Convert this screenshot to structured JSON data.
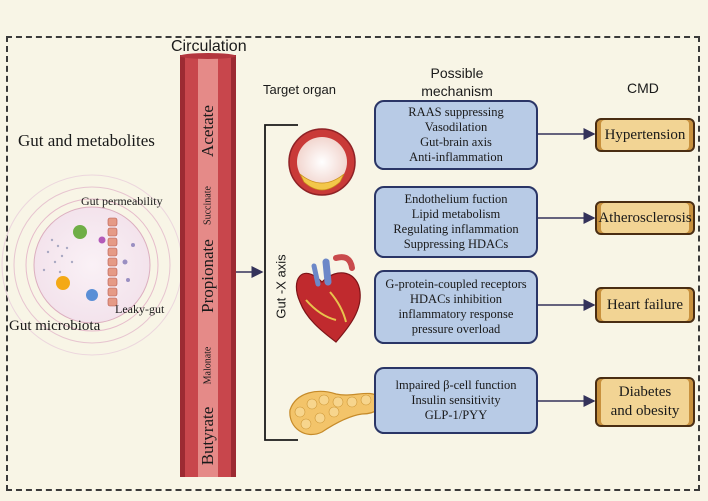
{
  "titles": {
    "circulation": "Circulation",
    "target_organ": "Target organ",
    "possible_mechanism": "Possible mechanism",
    "cmd": "CMD",
    "gut_metabolites": "Gut and metabolites",
    "gut_permeability": "Gut permeability",
    "leaky_gut": "Leaky-gut",
    "gut_microbiota": "Gut microbiota",
    "gut_x_axis": "Gut -X axis"
  },
  "metabolites": {
    "acetate": "Acetate",
    "succinate": "Succinate",
    "propionate": "Propionate",
    "malonate": "Malonate",
    "butyrate": "Butyrate"
  },
  "mechanisms": [
    [
      "RAAS suppressing",
      "Vasodilation",
      "Gut-brain axis",
      "Anti-inflammation"
    ],
    [
      "Endothelium fuction",
      "Lipid metabolism",
      "Regulating inflammation",
      "Suppressing HDACs"
    ],
    [
      "G-protein-coupled receptors",
      "HDACs inhibition",
      "inflammatory response",
      "pressure overload"
    ],
    [
      "lmpaired β-cell function",
      "Insulin sensitivity",
      "GLP-1/PYY"
    ]
  ],
  "outcomes": [
    [
      "Hypertension"
    ],
    [
      "Atherosclerosis"
    ],
    [
      "Heart failure"
    ],
    [
      "Diabetes",
      "and obesity"
    ]
  ],
  "colors": {
    "background": "#f8f5e6",
    "vessel": "#c8464c",
    "mechanism_box": "#b8cbe6",
    "mechanism_border": "#2a3566",
    "outcome_box": "#f2d494",
    "outcome_border": "#4a2d12",
    "arrow": "#34325a"
  },
  "icons": [
    "gut-cross-section-icon",
    "artery-plaque-icon",
    "heart-icon",
    "pancreas-icon"
  ]
}
